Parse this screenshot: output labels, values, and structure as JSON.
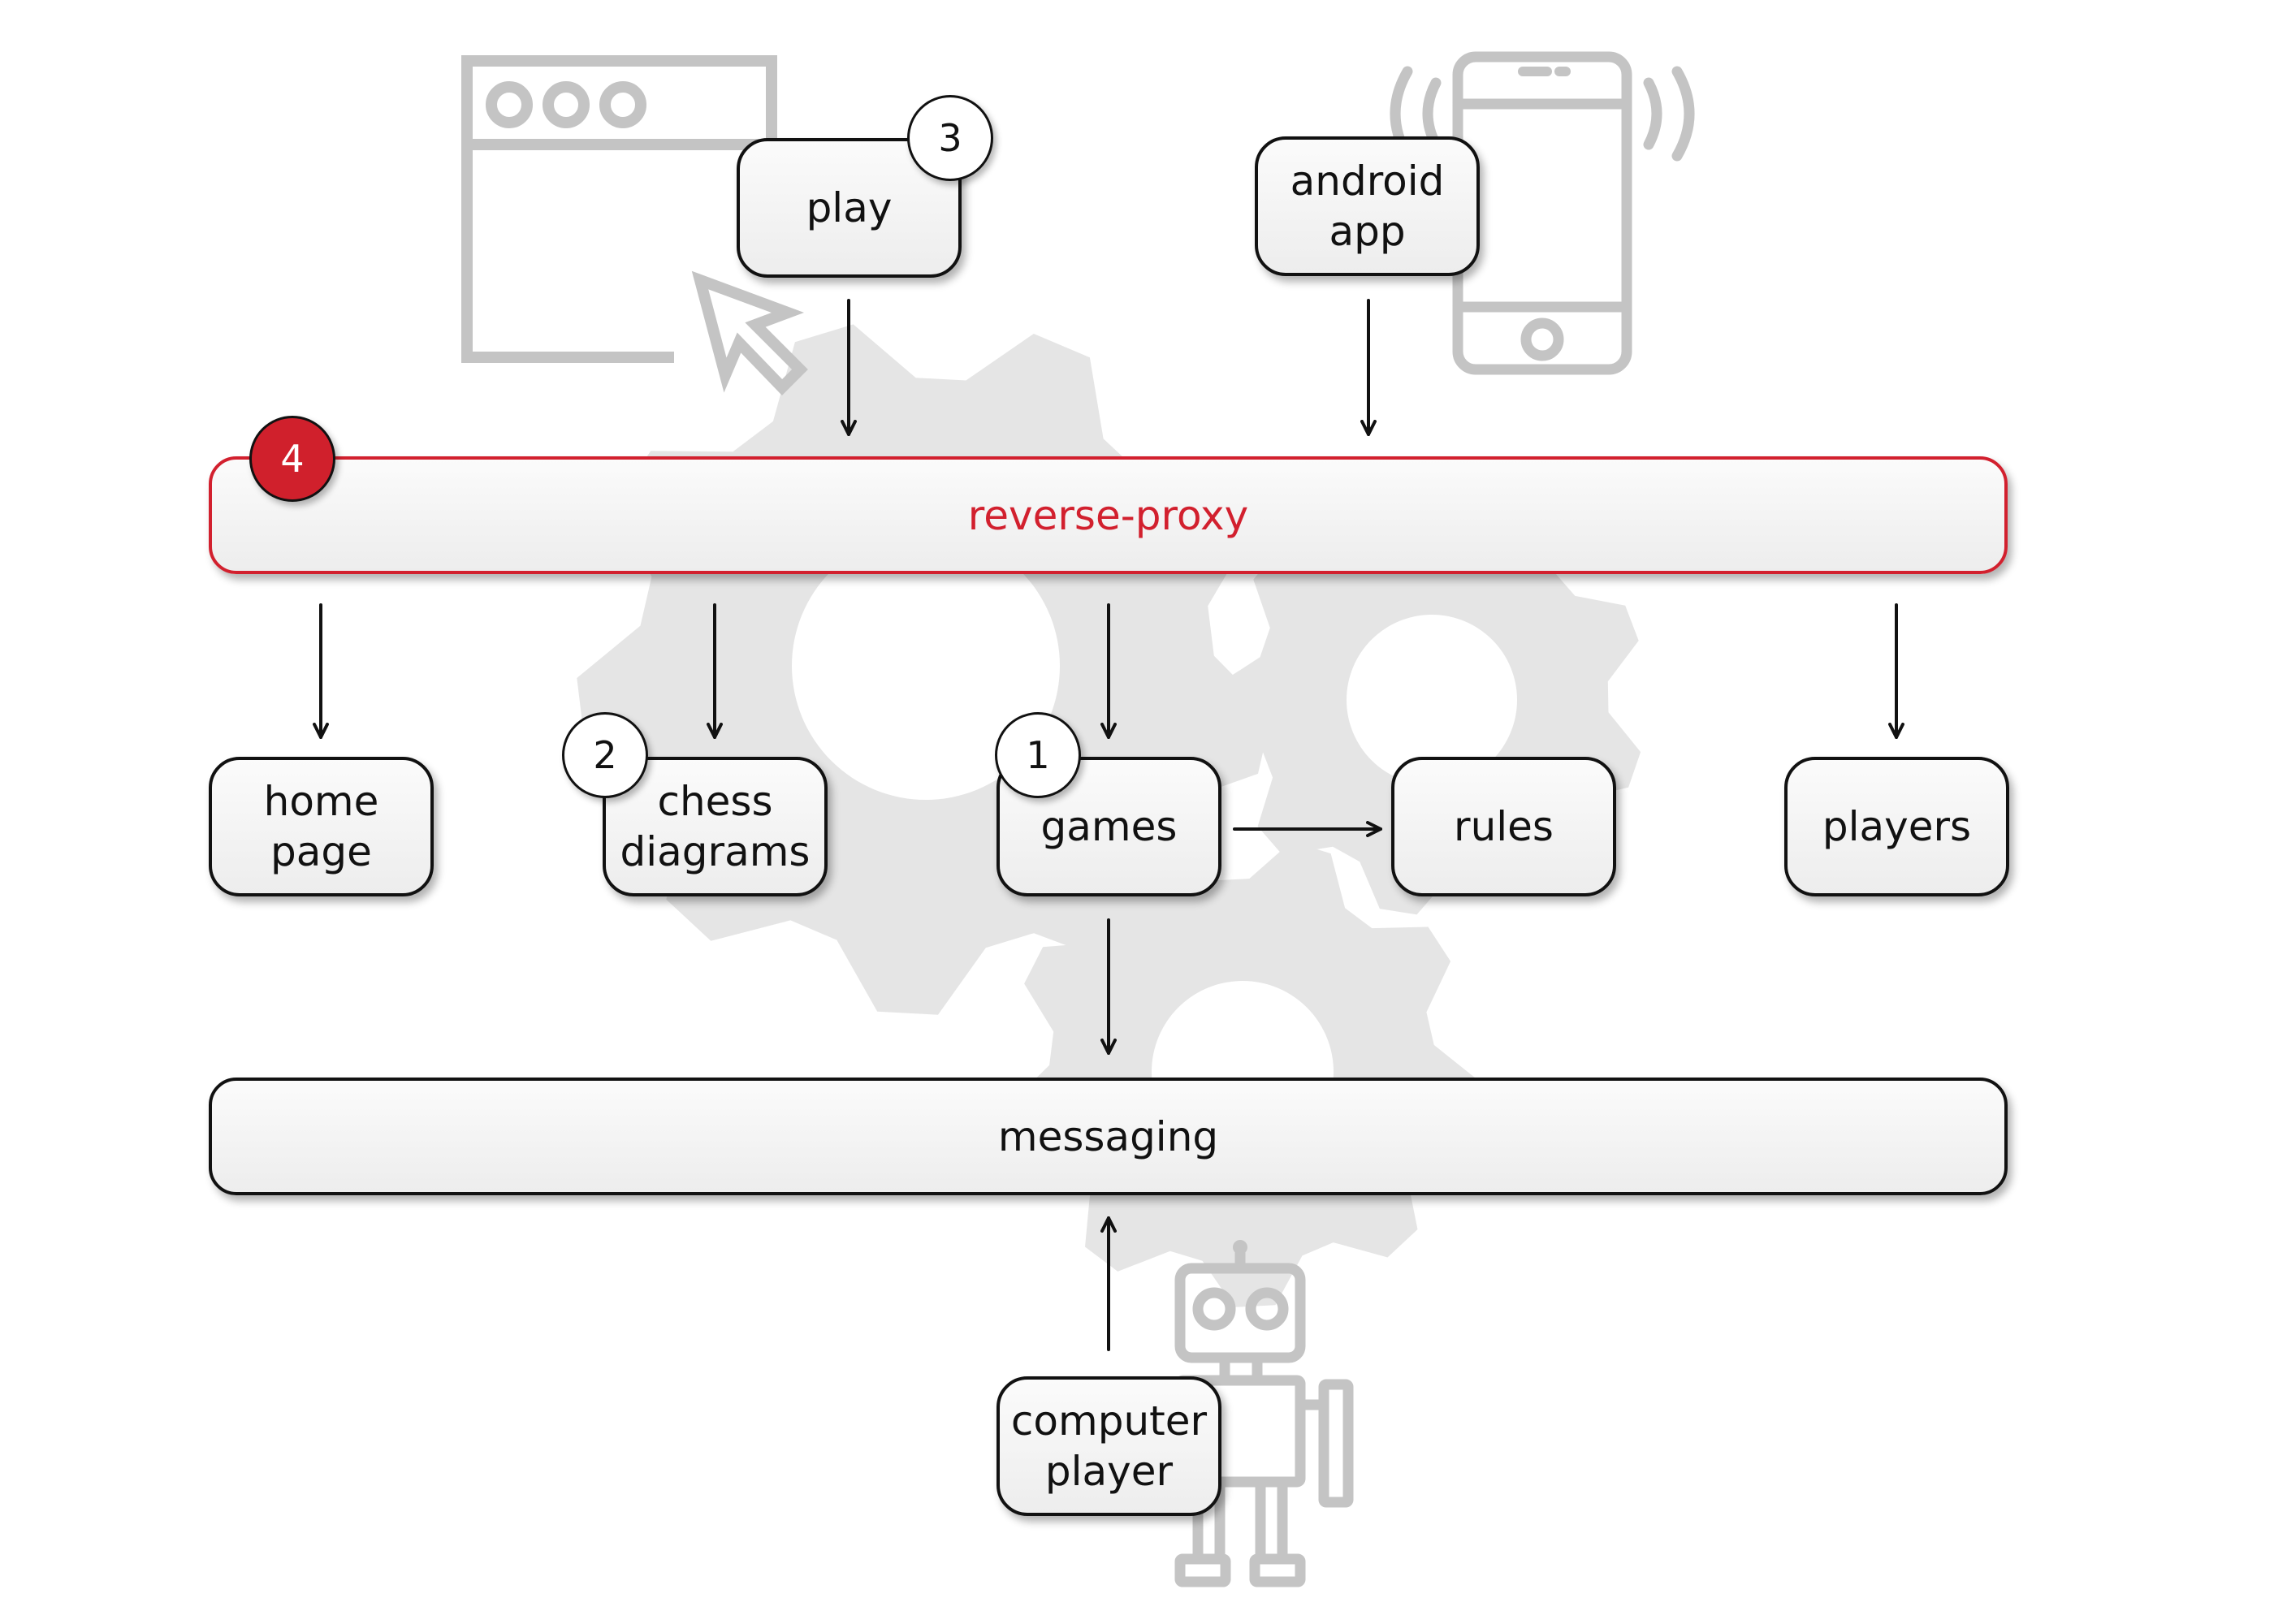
{
  "colors": {
    "accent": "#d2202e",
    "stroke": "#111111",
    "pictogram": "#c4c4c4",
    "gear": "#e5e5e5"
  },
  "icons": [
    "gear-icon",
    "browser-window-icon",
    "mouse-cursor-icon",
    "smartphone-icon",
    "robot-icon"
  ],
  "nodes": {
    "play": "play",
    "android_app": "android\napp",
    "reverse_proxy": "reverse-proxy",
    "home_page": "home\npage",
    "chess_diagrams": "chess\ndiagrams",
    "games": "games",
    "rules": "rules",
    "players": "players",
    "messaging": "messaging",
    "computer_player": "computer\nplayer"
  },
  "badges": {
    "play": "3",
    "reverse_proxy": "4",
    "chess_diagrams": "2",
    "games": "1"
  },
  "edges": [
    {
      "from": "play",
      "to": "reverse-proxy"
    },
    {
      "from": "android app",
      "to": "reverse-proxy"
    },
    {
      "from": "reverse-proxy",
      "to": "home page"
    },
    {
      "from": "reverse-proxy",
      "to": "chess diagrams"
    },
    {
      "from": "reverse-proxy",
      "to": "games"
    },
    {
      "from": "reverse-proxy",
      "to": "players"
    },
    {
      "from": "games",
      "to": "rules"
    },
    {
      "from": "games",
      "to": "messaging"
    },
    {
      "from": "computer player",
      "to": "messaging"
    }
  ]
}
